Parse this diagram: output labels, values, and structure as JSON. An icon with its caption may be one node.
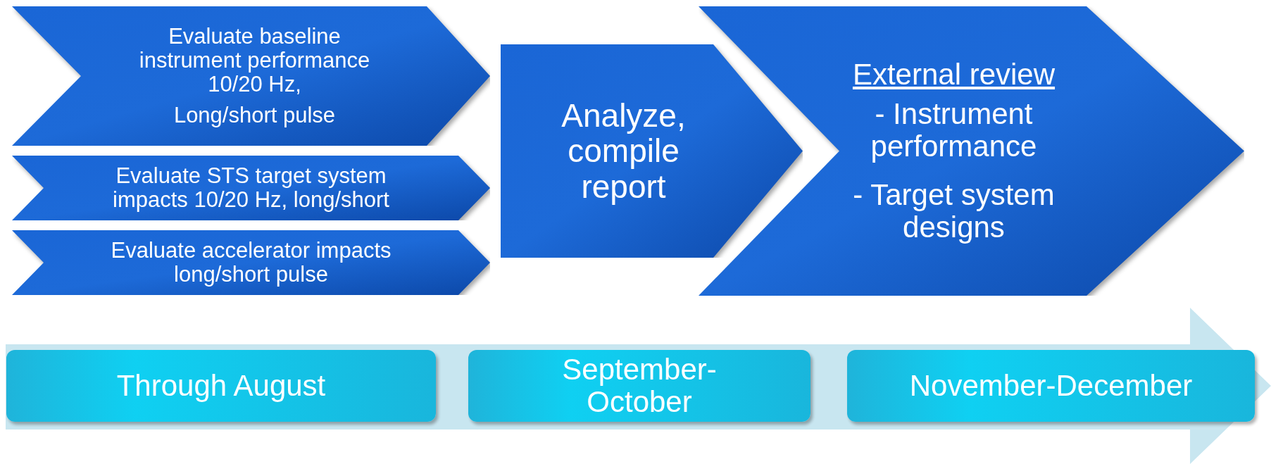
{
  "diagram": {
    "nodes": [
      {
        "text": [
          "Evaluate  baseline instrument performance 10/20 Hz,",
          "Long/short pulse"
        ]
      },
      {
        "text": [
          "Evaluate STS target system impacts 10/20 Hz, long/short"
        ]
      },
      {
        "text": [
          "Evaluate accelerator impacts long/short pulse"
        ]
      },
      {
        "text": [
          "Analyze, compile report"
        ]
      },
      {
        "text": [
          "External review",
          "- Instrument performance",
          "- Target system designs"
        ]
      },
      {
        "text": [],
        "shape": "arrow"
      },
      {
        "text": [
          "Through August"
        ],
        "in": 5
      },
      {
        "text": [
          "September-October"
        ],
        "in": 5
      },
      {
        "text": [
          "November-December"
        ],
        "in": 5
      }
    ]
  }
}
